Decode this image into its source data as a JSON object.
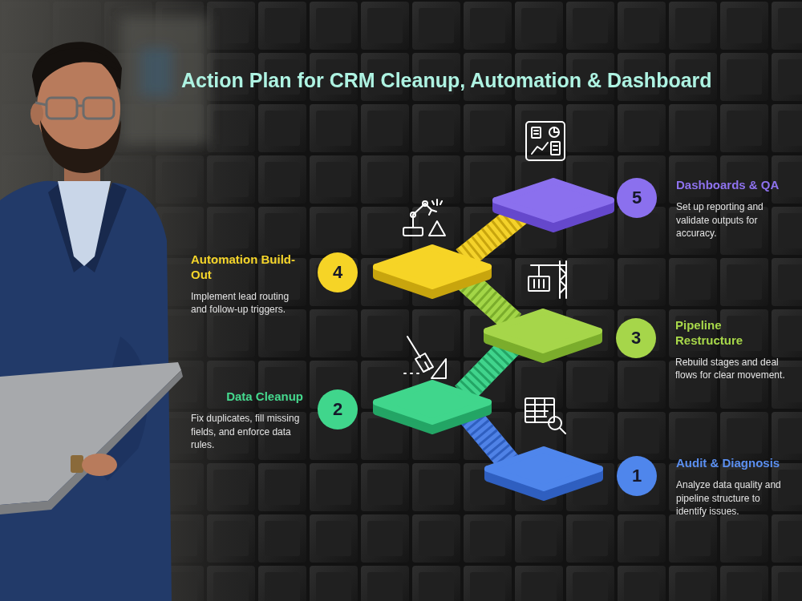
{
  "diagram": {
    "title": "Action Plan for CRM Cleanup, Automation & Dashboard",
    "nodes": [
      {
        "text": [
          "1",
          "Audit & Diagnosis",
          "Analyze data quality and pipeline structure to identify issues."
        ]
      },
      {
        "text": [
          "2",
          "Data Cleanup",
          "Fix duplicates, fill missing fields, and enforce data rules."
        ]
      },
      {
        "text": [
          "3",
          "Pipeline Restructure",
          "Rebuild stages and deal flows for clear movement."
        ]
      },
      {
        "text": [
          "4",
          "Automation Build-Out",
          "Implement lead routing and follow-up triggers."
        ]
      },
      {
        "text": [
          "5",
          "Dashboards & QA",
          "Set up reporting and validate outputs for accuracy."
        ]
      }
    ]
  }
}
